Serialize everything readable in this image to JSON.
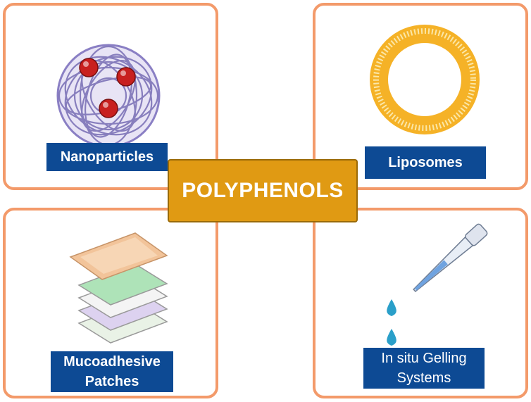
{
  "center": {
    "title": "POLYPHENOLS"
  },
  "panels": {
    "top_left": {
      "label": "Nanoparticles",
      "icon": "nanoparticle-icon"
    },
    "top_right": {
      "label": "Liposomes",
      "icon": "liposome-icon"
    },
    "bottom_left": {
      "label_line1": "Mucoadhesive",
      "label_line2": "Patches",
      "icon": "patch-stack-icon"
    },
    "bottom_right": {
      "label_line1": "In situ Gelling",
      "label_line2": "Systems",
      "icon": "dropper-icon"
    }
  },
  "colors": {
    "panel_border": "#f39a6a",
    "label_background": "#0d4a94",
    "center_background": "#e09a13",
    "liposome": "#f5b227",
    "nanoparticle_core": "#c8201f",
    "drop": "#2a9fc9"
  }
}
